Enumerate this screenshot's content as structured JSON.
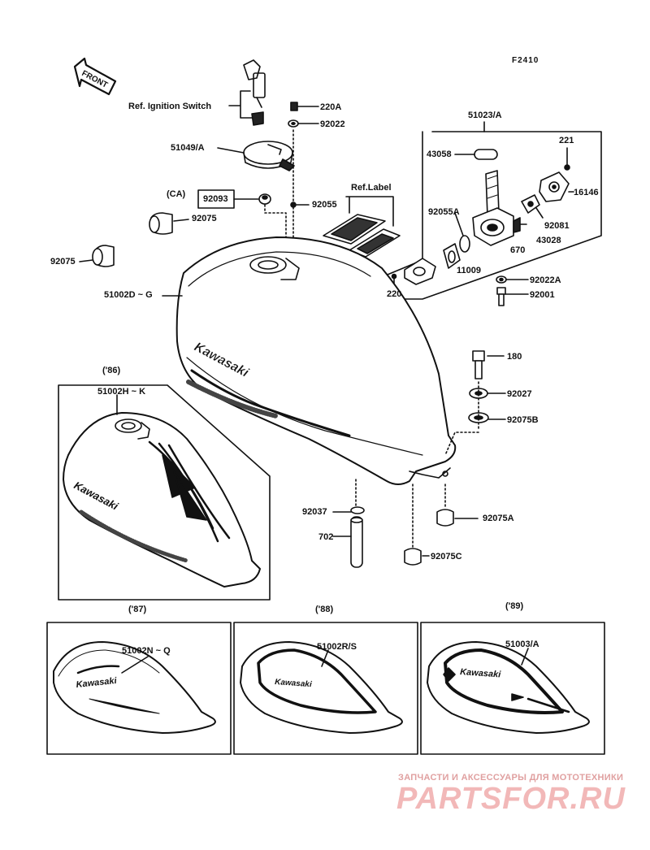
{
  "figure_code": "F2410",
  "front_label": "FRONT",
  "labels": {
    "ref_ignition": "Ref. Ignition Switch",
    "p220A": "220A",
    "p92022": "92022",
    "p51049A": "51049/A",
    "ca": "(CA)",
    "p92093": "92093",
    "p92055": "92055",
    "p92075_a": "92075",
    "p92075_b": "92075",
    "p51002D": "51002D ~ G",
    "ref_label": "Ref.Label",
    "p51023A": "51023/A",
    "p43058": "43058",
    "p221": "221",
    "p16146": "16146",
    "p92055A": "92055A",
    "p92081": "92081",
    "p43028": "43028",
    "p670": "670",
    "p11009": "11009",
    "p220": "220",
    "p92022A": "92022A",
    "p92001": "92001",
    "p180": "180",
    "p92027": "92027",
    "p92075B": "92075B",
    "p92037": "92037",
    "p702": "702",
    "p92075A": "92075A",
    "p92075C": "92075C",
    "y86": "('86)",
    "p51002HK": "51002H ~ K",
    "y87": "('87)",
    "p51002NQ": "51002N ~ Q",
    "y88": "('88)",
    "p51002RS": "51002R/S",
    "y89": "('89)",
    "p51003A": "51003/A"
  },
  "tank_logos": {
    "main": "Kawasaki",
    "tank86": "Kawasaki",
    "tank87": "Kawasaki",
    "tank88": "Kawasaki",
    "tank89": "Kawasaki"
  },
  "watermark": {
    "line1": "ЗАПЧАСТИ И АКСЕССУАРЫ ДЛЯ МОТОТЕХНИКИ",
    "line2": "PARTSFOR.RU"
  }
}
